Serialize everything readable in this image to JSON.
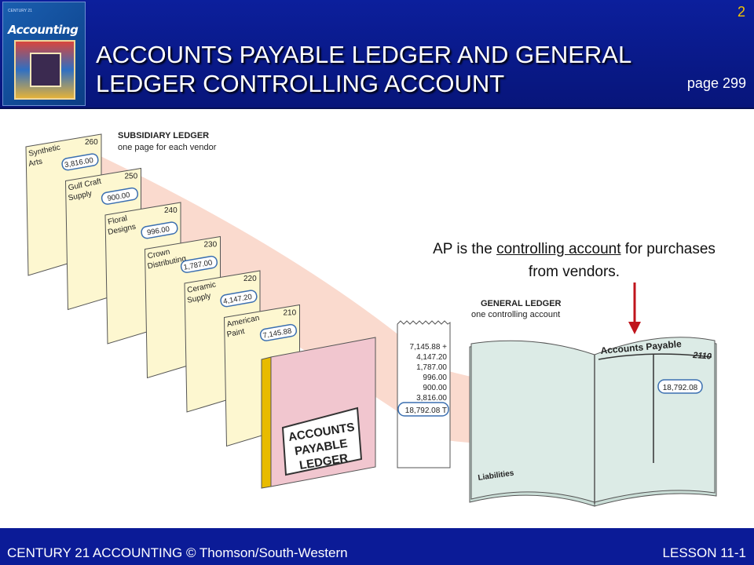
{
  "header": {
    "title": "ACCOUNTS PAYABLE LEDGER AND GENERAL LEDGER CONTROLLING ACCOUNT",
    "slide_number": "2",
    "page_ref": "page 299",
    "cover": {
      "title": "Accounting",
      "edition": "CENTURY 21"
    }
  },
  "note": {
    "before": "AP is the ",
    "underlined": "controlling account",
    "after": " for purchases from vendors."
  },
  "subsidiary_ledger": {
    "heading": "SUBSIDIARY LEDGER",
    "subheading": "one page for each vendor",
    "pages": [
      {
        "line1": "Synthetic",
        "line2": "Arts",
        "number": "260",
        "balance": "3,816.00"
      },
      {
        "line1": "Gulf Craft",
        "line2": "Supply",
        "number": "250",
        "balance": "900.00"
      },
      {
        "line1": "Floral",
        "line2": "Designs",
        "number": "240",
        "balance": "996.00"
      },
      {
        "line1": "Crown",
        "line2": "Distributing",
        "number": "230",
        "balance": "1,787.00"
      },
      {
        "line1": "Ceramic",
        "line2": "Supply",
        "number": "220",
        "balance": "4,147.20"
      },
      {
        "line1": "American",
        "line2": "Paint",
        "number": "210",
        "balance": "7,145.88"
      }
    ],
    "cover_lines": [
      "ACCOUNTS",
      "PAYABLE",
      "LEDGER"
    ]
  },
  "adding_tape": {
    "lines": [
      "7,145.88 +",
      "4,147.20",
      "1,787.00",
      "996.00",
      "900.00",
      "3,816.00"
    ],
    "total": "18,792.08 T"
  },
  "general_ledger": {
    "heading": "GENERAL LEDGER",
    "subheading": "one controlling account",
    "account_title": "Accounts Payable",
    "account_number": "2110",
    "balance": "18,792.08",
    "section": "Liabilities"
  },
  "footer": {
    "left": "CENTURY 21 ACCOUNTING © Thomson/South-Western",
    "right": "LESSON 11-1"
  },
  "colors": {
    "header_blue": "#0a1a8f",
    "slide_number_yellow": "#f5c400",
    "arrow_red": "#c0141c",
    "ledger_page": "#fdf7d0",
    "book_page": "#dcebe6",
    "flow_band": "#f6bca6"
  }
}
